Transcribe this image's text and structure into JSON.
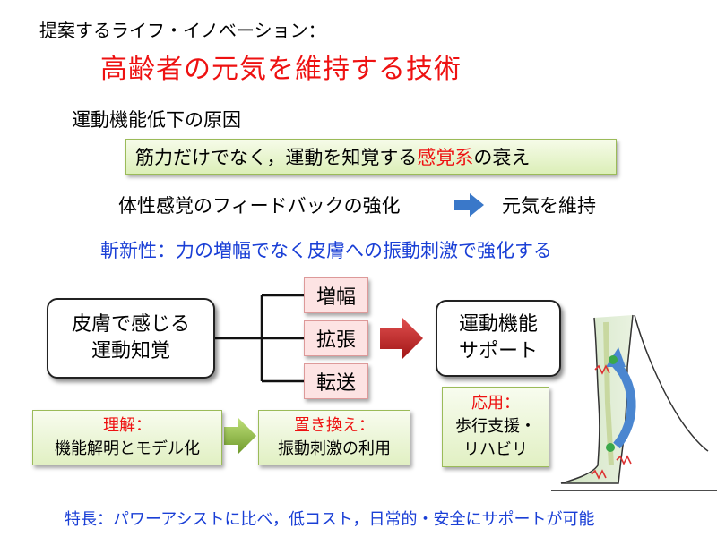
{
  "header": {
    "label": "提案するライフ・イノベーション："
  },
  "main_title": "高齢者の元気を維持する技術",
  "cause_heading": "運動機能低下の原因",
  "cause_box": {
    "prefix": "筋力だけでなく，運動を知覚する",
    "highlight": "感覚系",
    "suffix": "の衰え"
  },
  "feedback": {
    "left": "体性感覚のフィードバックの強化",
    "right": "元気を維持"
  },
  "novelty": "斬新性：力の増幅でなく皮膚への振動刺激で強化する",
  "diagram": {
    "source_line1": "皮膚で感じる",
    "source_line2": "運動知覚",
    "branches": [
      "増幅",
      "拡張",
      "転送"
    ],
    "target_line1": "運動機能",
    "target_line2": "サポート"
  },
  "understanding": {
    "title": "理解：",
    "body": "機能解明とモデル化"
  },
  "replacement": {
    "title": "置き換え：",
    "body": "振動刺激の利用"
  },
  "application": {
    "title": "応用：",
    "line1": "歩行支援・",
    "line2": "リハビリ"
  },
  "feature": "特長：パワーアシストに比べ，低コスト，日常的・安全にサポートが可能",
  "colors": {
    "red": "#e11111",
    "blue": "#1a3fd6",
    "green_border": "#9bbb59",
    "pink": "#fde3e3"
  }
}
